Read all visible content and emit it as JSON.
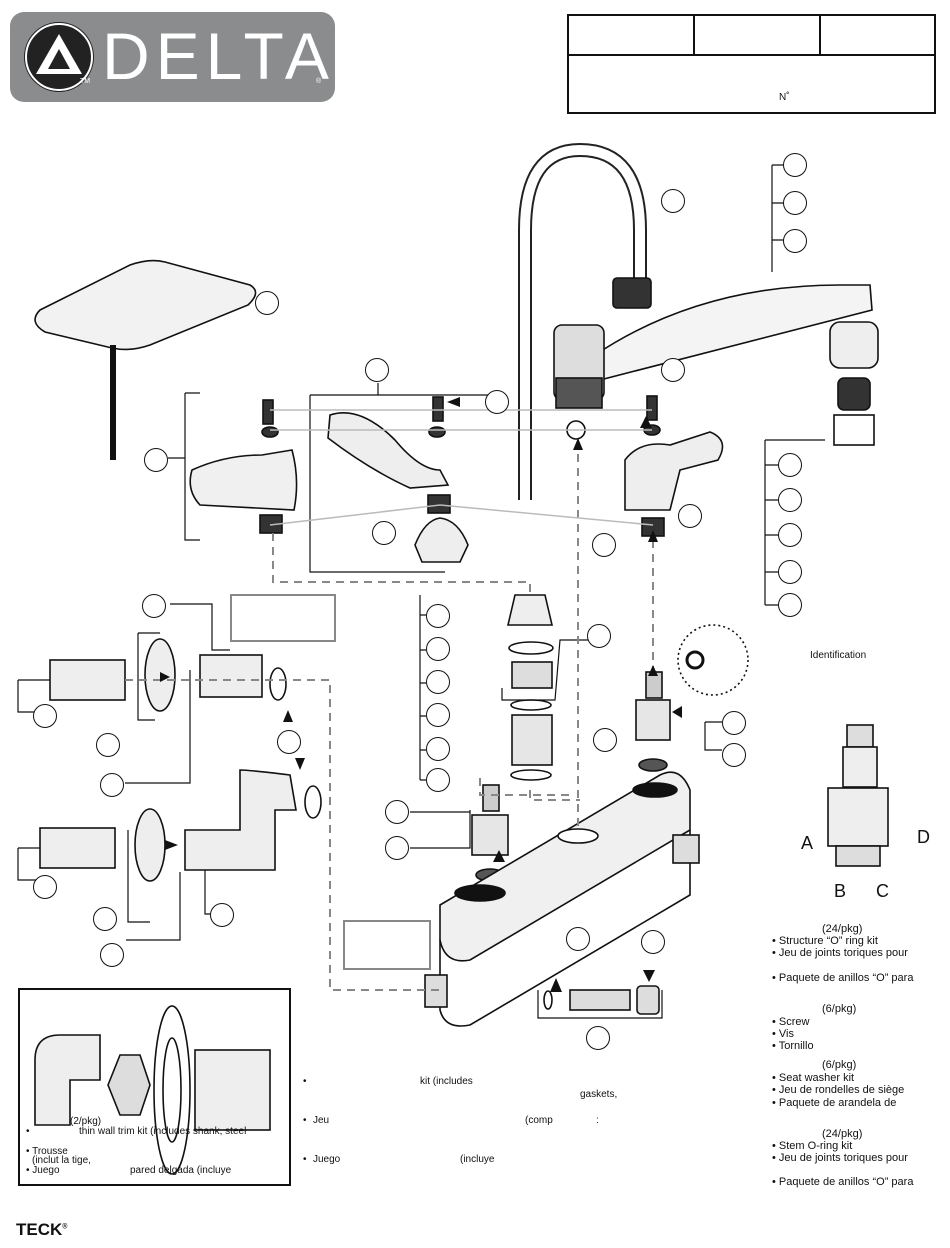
{
  "brand": {
    "name": "DELTA",
    "tm": "TM",
    "reg": "®"
  },
  "info_box": {
    "number_label": "N˚"
  },
  "stem_id": {
    "label": "Identification",
    "letters": [
      "A",
      "B",
      "C",
      "D"
    ]
  },
  "parts_lists": {
    "structure_kit": {
      "qty": "(24/pkg)",
      "lines": [
        "• Structure “O” ring kit",
        "• Jeu de joints toriques pour",
        "• Paquete de anillos “O” para"
      ]
    },
    "screw": {
      "qty": "(6/pkg)",
      "lines": [
        "• Screw",
        "• Vis",
        "• Tornillo"
      ]
    },
    "seat_washer": {
      "qty": "(6/pkg)",
      "lines": [
        "• Seat washer kit",
        "• Jeu de rondelles de siège",
        "• Paquete de arandela de"
      ]
    },
    "stem_oring": {
      "qty": "(24/pkg)",
      "lines": [
        "• Stem O-ring kit",
        "• Jeu de joints toriques pour",
        "• Paquete de anillos “O” para"
      ]
    }
  },
  "kit_text": {
    "en_kit": "kit (includes",
    "en_gaskets": "gaskets,",
    "fr_jeu": "Jeu",
    "fr_comp": "(comp",
    "fr_colon": ":",
    "es_juego": "Juego",
    "es_incluye": "(incluye"
  },
  "inset_text": {
    "qty": "(2/pkg)",
    "en": "thin wall trim kit (includes shank, steel",
    "fr1": "• Trousse",
    "fr2": "(inclut la tige,",
    "es1": "• Juego",
    "es2": "pared delgada (incluye"
  },
  "footer": {
    "brand": "TECK",
    "reg": "®"
  },
  "colors": {
    "logo_bg": "#8a8c8e",
    "line": "#111111",
    "dashed": "#888888"
  }
}
